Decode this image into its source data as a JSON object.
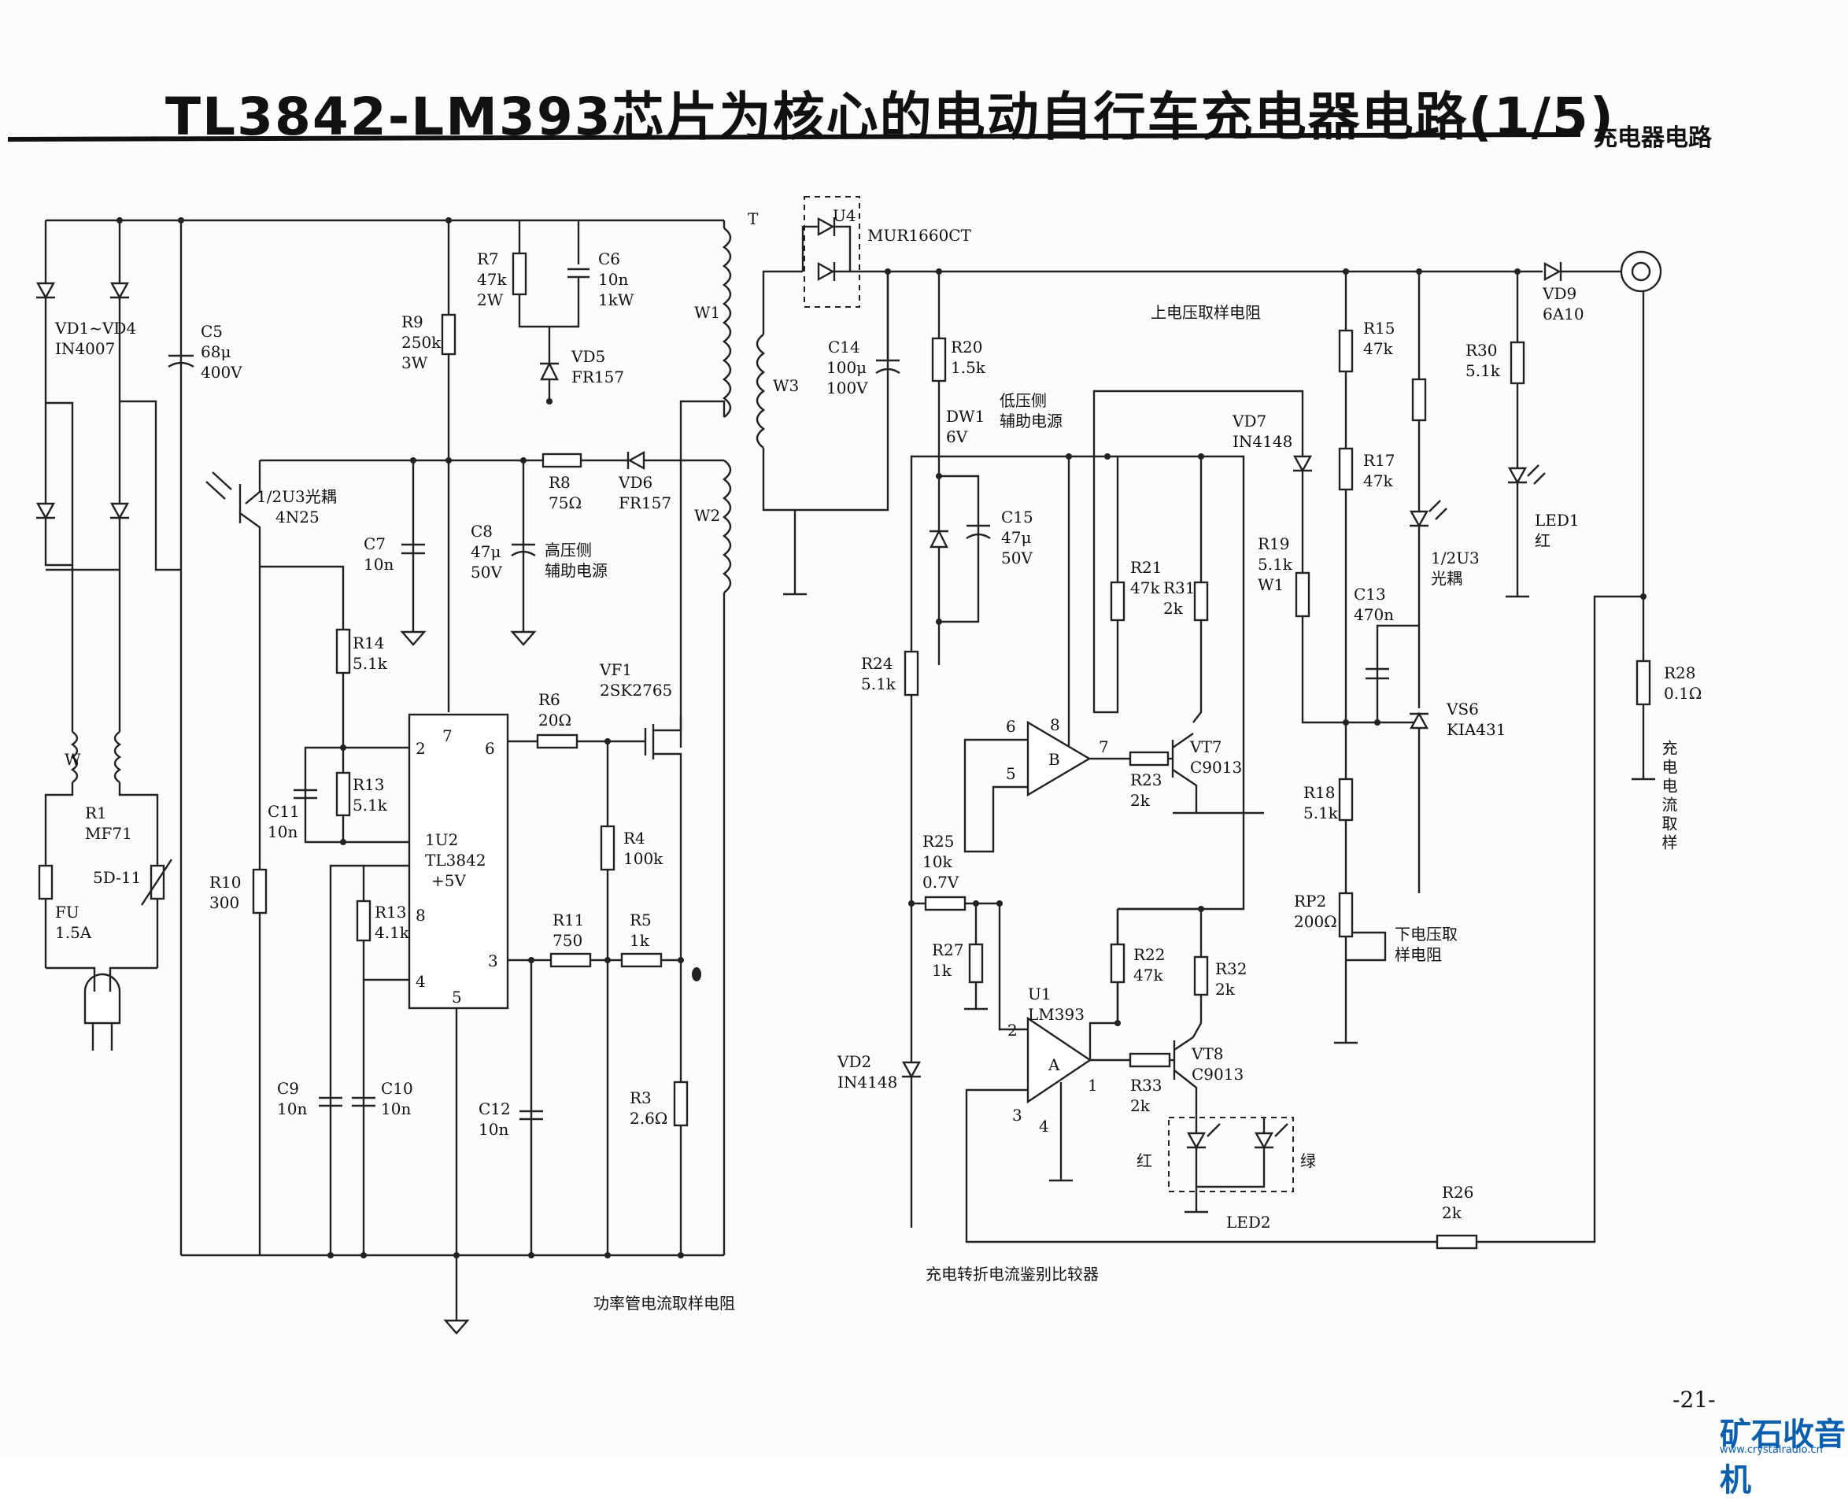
{
  "header": {
    "title": "TL3842-LM393芯片为核心的电动自行车充电器电路(1/5)",
    "section": "充电器电路"
  },
  "footer": {
    "page": "-21-",
    "watermark": "矿石收音机",
    "watermark_url": "www.crystalradio.cn"
  },
  "labels": {
    "t": "T",
    "w1": "W1",
    "w2": "W2",
    "w3": "W3",
    "w": "W",
    "vd14a": "VD1~VD4",
    "vd14b": "IN4007",
    "c5a": "C5",
    "c5b": "68μ",
    "c5c": "400V",
    "r1a": "R1",
    "r1b": "MF71",
    "ntc": "5D-11",
    "fua": "FU",
    "fub": "1.5A",
    "r7a": "R7",
    "r7b": "47k",
    "r7c": "2W",
    "c6a": "C6",
    "c6b": "10n",
    "c6c": "1kW",
    "r9a": "R9",
    "r9b": "250k",
    "r9c": "3W",
    "vd5a": "VD5",
    "vd5b": "FR157",
    "r8a": "R8",
    "r8b": "75Ω",
    "vd6a": "VD6",
    "vd6b": "FR157",
    "u3a": "1/2U3光耦",
    "u3b": "4N25",
    "c7a": "C7",
    "c7b": "10n",
    "c8a": "C8",
    "c8b": "47μ",
    "c8c": "50V",
    "hv1": "高压侧",
    "hv2": "辅助电源",
    "r14a": "R14",
    "r14b": "5.1k",
    "r13a": "R13",
    "r13b": "5.1k",
    "c11a": "C11",
    "c11b": "10n",
    "r10a": "R10",
    "r10b": "300",
    "ic1a": "1U2",
    "ic1b": "TL3842",
    "ic1c": "+5V",
    "p2": "2",
    "p7": "7",
    "p6": "6",
    "p8": "8",
    "p4": "4",
    "p3": "3",
    "p5": "5",
    "r6a": "R6",
    "r6b": "20Ω",
    "vf1a": "VF1",
    "vf1b": "2SK2765",
    "r4a": "R4",
    "r4b": "100k",
    "r11a": "R11",
    "r11b": "750",
    "r5a": "R5",
    "r5b": "1k",
    "r3a": "R3",
    "r3b": "2.6Ω",
    "r13bis_a": "R13",
    "r13bis_b": "4.1k",
    "c9a": "C9",
    "c9b": "10n",
    "c10a": "C10",
    "c10b": "10n",
    "c12a": "C12",
    "c12b": "10n",
    "pwr": "功率管电流取样电阻",
    "u4a": "U4",
    "u4b": "MUR1660CT",
    "c14a": "C14",
    "c14b": "100μ",
    "c14c": "100V",
    "r20a": "R20",
    "r20b": "1.5k",
    "dw1a": "DW1",
    "dw1b": "6V",
    "lv1": "低压侧",
    "lv2": "辅助电源",
    "c15a": "C15",
    "c15b": "47μ",
    "c15c": "50V",
    "r24a": "R24",
    "r24b": "5.1k",
    "vd7a": "VD7",
    "vd7b": "IN4148",
    "r21a": "R21",
    "r21b": "47k",
    "r31a": "R31",
    "r31b": "2k",
    "p6b": "6",
    "p8b": "8",
    "p5b": "5",
    "p7b": "7",
    "opB": "B",
    "r23a": "R23",
    "r23b": "2k",
    "vt7a": "VT7",
    "vt7b": "C9013",
    "r25a": "R25",
    "r25b": "10k",
    "r25c": "0.7V",
    "r27a": "R27",
    "r27b": "1k",
    "r22a": "R22",
    "r22b": "47k",
    "r32a": "R32",
    "r32b": "2k",
    "u1a": "U1",
    "u1b": "LM393",
    "p2b": "2",
    "p3b": "3",
    "p4b": "4",
    "p1b": "1",
    "opA": "A",
    "r33a": "R33",
    "r33b": "2k",
    "vt8a": "VT8",
    "vt8b": "C9013",
    "vd2a": "VD2",
    "vd2b": "IN4148",
    "red": "红",
    "green": "绿",
    "led2": "LED2",
    "cmp": "充电转折电流鉴别比较器",
    "r26a": "R26",
    "r26b": "2k",
    "upv": "上电压取样电阻",
    "r15a": "R15",
    "r15b": "47k",
    "r17a": "R17",
    "r17b": "47k",
    "r19a": "R19",
    "r19b": "5.1k",
    "r19c": "W1",
    "c13a": "C13",
    "c13b": "470n",
    "r18a": "R18",
    "r18b": "5.1k",
    "rp2a": "RP2",
    "rp2b": "200Ω",
    "lowv1": "下电压取",
    "lowv2": "样电阻",
    "u3c": "1/2U3",
    "u3d": "光耦",
    "vs6a": "VS6",
    "vs6b": "KIA431",
    "r30a": "R30",
    "r30b": "5.1k",
    "led1a": "LED1",
    "led1b": "红",
    "vd9a": "VD9",
    "vd9b": "6A10",
    "r28a": "R28",
    "r28b": "0.1Ω",
    "csv": "充电电流取样"
  }
}
